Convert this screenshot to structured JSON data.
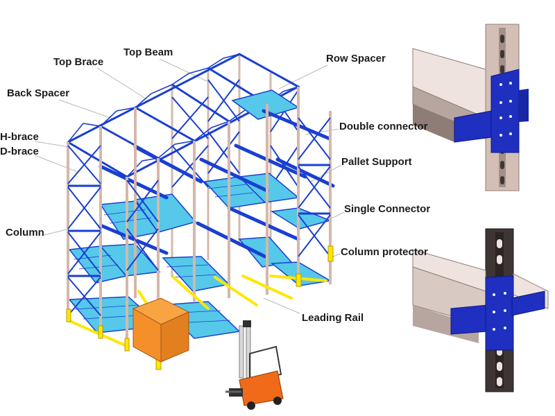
{
  "labels": {
    "top_brace": "Top Brace",
    "top_beam": "Top Beam",
    "back_spacer": "Back Spacer",
    "h_brace": "H-brace",
    "d_brace": "D-brace",
    "column": "Column",
    "row_spacer": "Row Spacer",
    "double_connector": "Double connector",
    "pallet_support": "Pallet Support",
    "single_connector": "Single Connector",
    "column_protector": "Column protector",
    "leading_rail": "Leading Rail"
  },
  "colors": {
    "frame_blue": "#1a3fd0",
    "upright_tan": "#d4b8aa",
    "roller_cyan": "#56c8ea",
    "leading_rail_yellow": "#ffe700",
    "pallet_orange": "#f48f2a",
    "forklift_orange": "#f06a1a",
    "connector_blue": "#1f2fc0",
    "upright_dark": "#3d3634",
    "beam_profile": "#b7a59f",
    "callout_line": "#b9b9b9"
  }
}
